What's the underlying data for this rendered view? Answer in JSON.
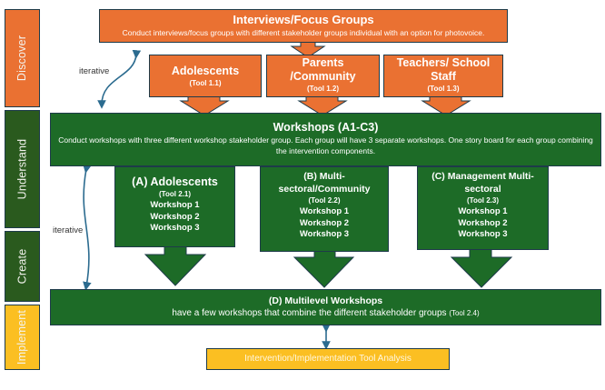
{
  "phases": [
    {
      "label": "Discover",
      "color": "#ea7132"
    },
    {
      "label": "Understand",
      "color": "#2a5a1e"
    },
    {
      "label": "Create",
      "color": "#2a5a1e"
    },
    {
      "label": "Implement",
      "color": "#fbbf22"
    }
  ],
  "discover": {
    "title": "Interviews/Focus Groups",
    "description": "Conduct interviews/focus groups with different stakeholder groups individual with an option for photovoice.",
    "groups": [
      {
        "title": "Adolescents",
        "tool": "(Tool 1.1)"
      },
      {
        "title": "Parents /Community",
        "title_lines": [
          "Parents",
          "/Community"
        ],
        "tool": "(Tool 1.2)"
      },
      {
        "title": "Teachers/ School Staff",
        "title_lines": [
          "Teachers/ School",
          "Staff"
        ],
        "tool": "(Tool 1.3)"
      }
    ]
  },
  "understand": {
    "title": "Workshops (A1-C3)",
    "description": "Conduct workshops with three different workshop stakeholder group. Each group will have 3 separate workshops. One story board for each group combining the intervention components.",
    "groups": [
      {
        "title_lines": [
          "(A) Adolescents"
        ],
        "tool": "(Tool 2.1)",
        "workshops": [
          "Workshop 1",
          "Workshop 2",
          "Workshop 3"
        ]
      },
      {
        "title_lines": [
          "(B) Multi-",
          "sectoral/Community"
        ],
        "tool": "(Tool 2.2)",
        "workshops": [
          "Workshop 1",
          "Workshop 2",
          "Workshop 3"
        ]
      },
      {
        "title_lines": [
          "(C) Management Multi-",
          "sectoral"
        ],
        "tool": "(Tool 2.3)",
        "workshops": [
          "Workshop 1",
          "Workshop 2",
          "Workshop 3"
        ]
      }
    ]
  },
  "multilevel": {
    "title": "(D) Multilevel Workshops",
    "description": "have a few workshops that combine the different stakeholder groups",
    "tool": "(Tool 2.4)"
  },
  "analysis": {
    "label": "Intervention/Implementation Tool Analysis"
  },
  "iterative_labels": [
    "iterative",
    "iterative"
  ],
  "colors": {
    "orange": "#ea7132",
    "green": "#1d6b27",
    "dark_green": "#2a5a1e",
    "yellow": "#fbbf22",
    "arrow": "#2b6b8f",
    "border": "#1e3b4a"
  }
}
